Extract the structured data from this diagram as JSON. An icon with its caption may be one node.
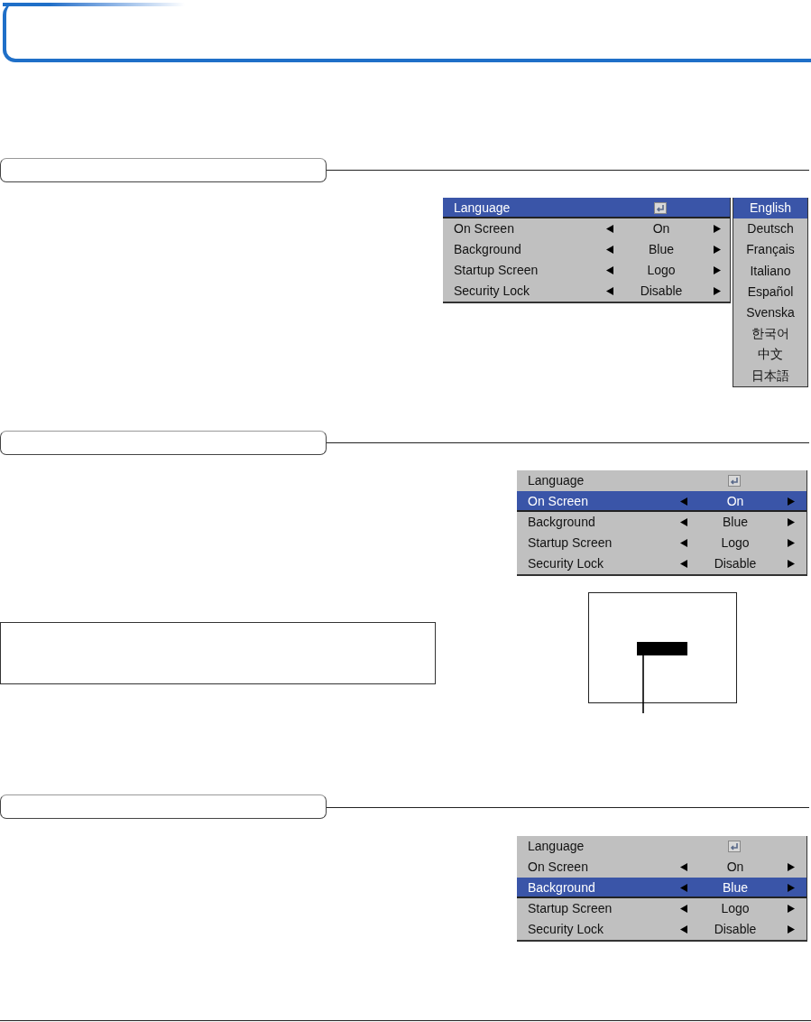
{
  "diagram": {
    "nodes": [
      {
        "text": [],
        "shape": "box"
      },
      {
        "text": [],
        "shape": "box"
      },
      {
        "text": [
          "Language",
          "On Screen",
          "On",
          "Background",
          "Blue",
          "Startup Screen",
          "Logo",
          "Security Lock",
          "Disable"
        ]
      },
      {
        "text": [
          "English",
          "Deutsch",
          "Français",
          "Italiano",
          "Español",
          "Svenska",
          "한국어",
          "中文",
          "日本語"
        ]
      },
      {
        "text": [],
        "shape": "box"
      },
      {
        "text": [
          "Language",
          "On Screen",
          "On",
          "Background",
          "Blue",
          "Startup Screen",
          "Logo",
          "Security Lock",
          "Disable"
        ]
      },
      {
        "text": [],
        "shape": "box"
      },
      {
        "text": [],
        "shape": "box"
      },
      {
        "text": [],
        "shape": "bar",
        "in": 7
      },
      {
        "text": [],
        "shape": "box"
      },
      {
        "text": [
          "Language",
          "On Screen",
          "On",
          "Background",
          "Blue",
          "Startup Screen",
          "Logo",
          "Security Lock",
          "Disable"
        ]
      }
    ],
    "edges": [
      {
        "from": null,
        "to": 8,
        "arrow": "none"
      }
    ]
  }
}
